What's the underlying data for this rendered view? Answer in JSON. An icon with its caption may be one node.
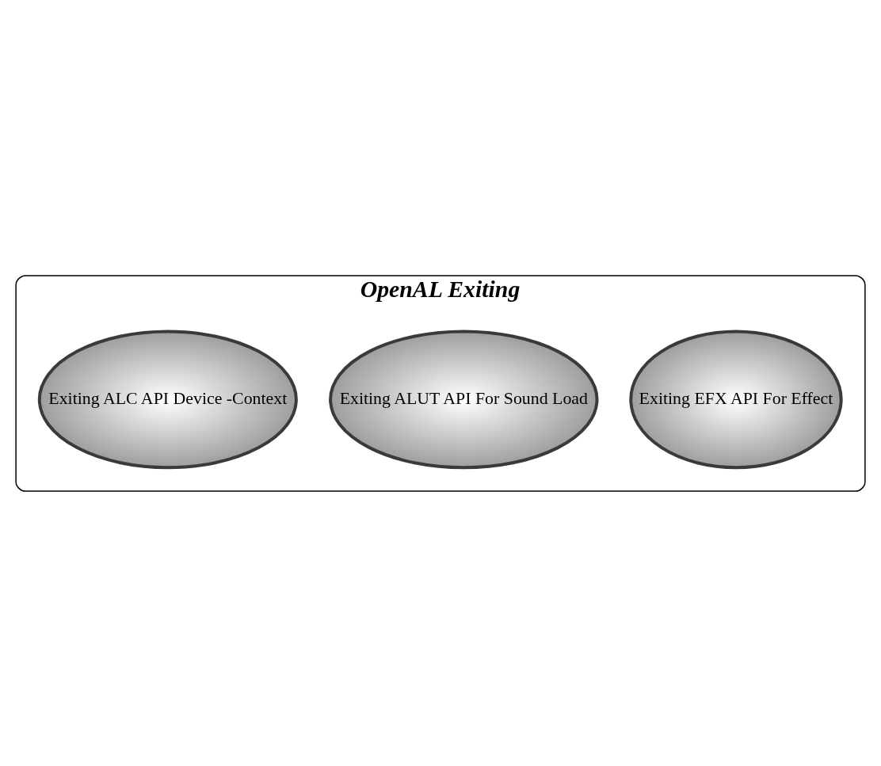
{
  "diagram": {
    "nodes": [
      {
        "text": [
          "OpenAL Exiting"
        ]
      },
      {
        "text": [
          "Exiting EFX API For Effect"
        ],
        "in": 0
      },
      {
        "text": [
          "Exiting ALUT API For Sound Load"
        ],
        "in": 0
      },
      {
        "text": [
          "Exiting ALC API Device -Context"
        ],
        "in": 0
      }
    ],
    "edges": []
  }
}
